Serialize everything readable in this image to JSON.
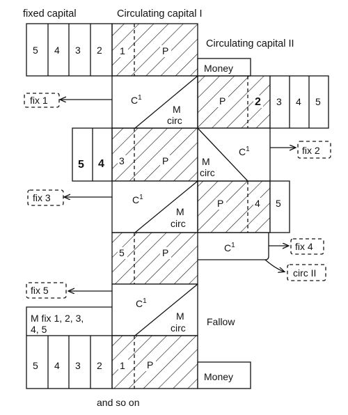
{
  "headers": {
    "fixed_capital": "fixed capital",
    "circulating_capital_1": "Circulating capital I",
    "circulating_capital_2": "Circulating capital II"
  },
  "rows": {
    "row1_fixed": [
      "5",
      "4",
      "3",
      "2"
    ],
    "row1_circ_digit": "1",
    "row1_p": "P",
    "money_top": "Money",
    "row2_c": "C",
    "row2_c_sup": "1",
    "row2_m": "M",
    "row2_circ": "circ",
    "row2_p": "P",
    "row2_digit": "2",
    "row2_fixed": [
      "3",
      "4",
      "5"
    ],
    "row3_fixed": [
      "5",
      "4"
    ],
    "row3_digit": "3",
    "row3_p": "P",
    "row3_m": "M",
    "row3_circ": "circ",
    "row3_c": "C",
    "row3_c_sup": "1",
    "row4_c": "C",
    "row4_c_sup": "1",
    "row4_m": "M",
    "row4_circ": "circ",
    "row4_p": "P",
    "row4_digit": "4",
    "row4_fixed": "5",
    "row5_digit": "5",
    "row5_p": "P",
    "row5_c": "C",
    "row5_c_sup": "1",
    "row6_c": "C",
    "row6_c_sup": "1",
    "row6_m": "M",
    "row6_circ": "circ",
    "fallow": "Fallow",
    "mfix_line1": "M fix 1, 2, 3,",
    "mfix_line2": "4, 5",
    "row7_fixed": [
      "5",
      "4",
      "3",
      "2"
    ],
    "row7_digit": "1",
    "row7_p": "P",
    "money_bottom": "Money"
  },
  "outputs": {
    "fix1": "fix 1",
    "fix2": "fix 2",
    "fix3": "fix 3",
    "fix4": "fix 4",
    "circ2": "circ II",
    "fix5": "fix 5"
  },
  "footer": "and so on"
}
